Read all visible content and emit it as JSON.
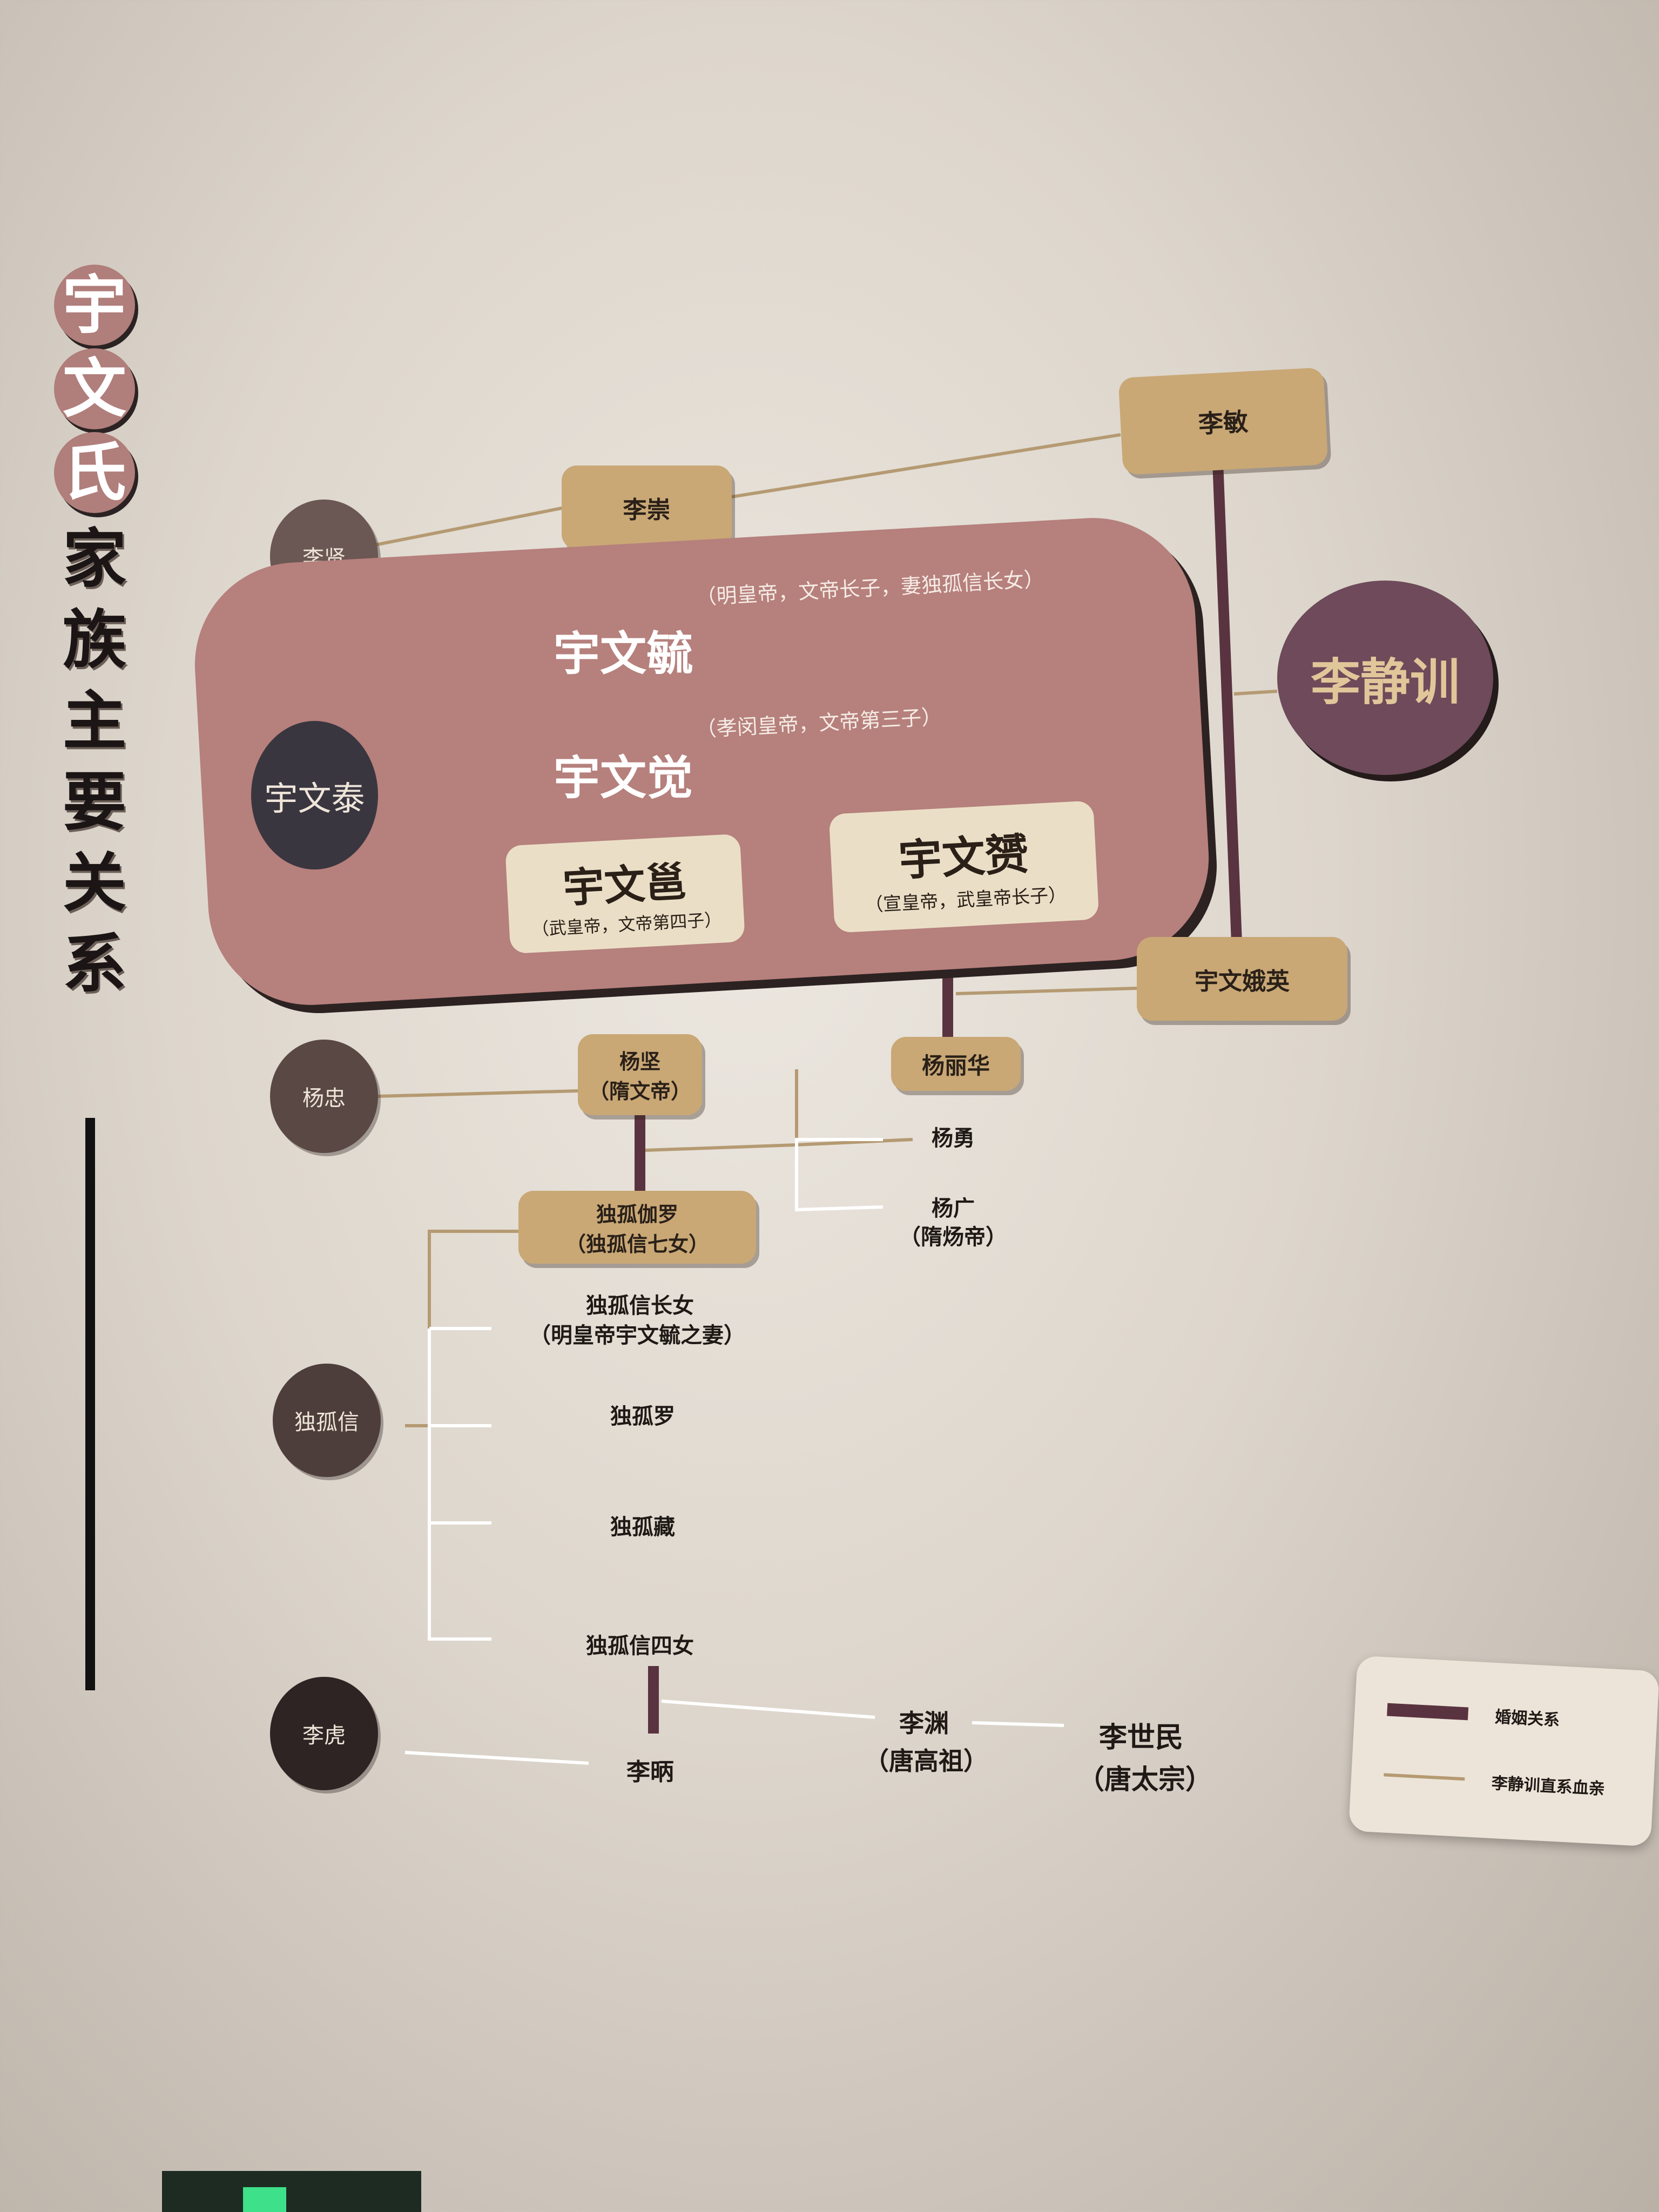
{
  "title": [
    "宇",
    "文",
    "氏",
    "家",
    "族",
    "主",
    "要",
    "关",
    "系"
  ],
  "nodes": {
    "li_xian": "李贤",
    "li_chong": "李崇",
    "li_min": "李敏",
    "li_jingxun": "李静训",
    "yuwen_tai": "宇文泰",
    "yuwen_yu": "宇文毓",
    "yuwen_yu_note": "（明皇帝，文帝长子，妻独孤信长女）",
    "yuwen_jue": "宇文觉",
    "yuwen_jue_note": "（孝闵皇帝，文帝第三子）",
    "yuwen_yong": "宇文邕",
    "yuwen_yong_note": "（武皇帝，文帝第四子）",
    "yuwen_yun": "宇文赟",
    "yuwen_yun_note": "（宣皇帝，武皇帝长子）",
    "yuwen_eying": "宇文娥英",
    "yang_zhong": "杨忠",
    "yang_jian": "杨坚",
    "yang_jian_note": "（隋文帝）",
    "yang_lihua": "杨丽华",
    "yang_yong": "杨勇",
    "yang_guang": "杨广",
    "yang_guang_note": "（隋炀帝）",
    "dugu_jialuo": "独孤伽罗",
    "dugu_jialuo_note": "（独孤信七女）",
    "dugu_xin": "独孤信",
    "dugu_eldest": "独孤信长女",
    "dugu_eldest_note": "（明皇帝宇文毓之妻）",
    "dugu_luo": "独孤罗",
    "dugu_zang": "独孤藏",
    "dugu_fourth": "独孤信四女",
    "li_hu": "李虎",
    "li_bing": "李昞",
    "li_yuan": "李渊",
    "li_yuan_note": "（唐高祖）",
    "li_shimin": "李世民",
    "li_shimin_note": "（唐太宗）"
  },
  "legend": {
    "marriage": "婚姻关系",
    "bloodline": "李静训直系血亲"
  },
  "colors": {
    "panel": "#b6807c",
    "tan": "#c9a876",
    "marriage_line": "#5a3340",
    "blood_line": "#b59a72"
  }
}
